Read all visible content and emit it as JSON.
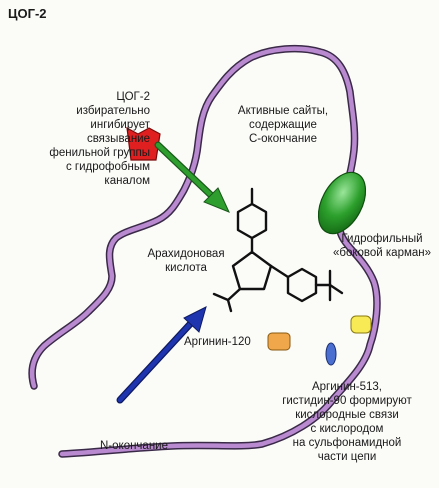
{
  "title": "ЦОГ-2",
  "labels": {
    "cox2_binding": "ЦОГ-2\nизбирательно\nингибирует\nсвязывание\nфенильной группы\nс гидрофобным\nканалом",
    "active_sites": "Активные сайты,\nсодержащие\nC-окончание",
    "hydrophilic_pocket": "Гидрофильный\n«боковой карман»",
    "arachidonic_acid": "Арахидоновая\nкислота",
    "arginine_120": "Аргинин-120",
    "arginine_513": "Аргинин-513,\nгистидин-90 формируют\nкислородные связи\nс кислородом\nна сульфонамидной\nчасти цепи",
    "n_terminus": "N-окончание"
  },
  "colors": {
    "chain": "#b98ad0",
    "chain_outline": "#3a2a48",
    "active_site": "#2ca02c",
    "inhibitor": "#e02020",
    "arrow_green": "#2e9e2e",
    "arrow_blue": "#1f35b0",
    "arginine120": "#f0a64a",
    "pocket": "#f7ea55",
    "arginine513": "#4a6fd0"
  }
}
